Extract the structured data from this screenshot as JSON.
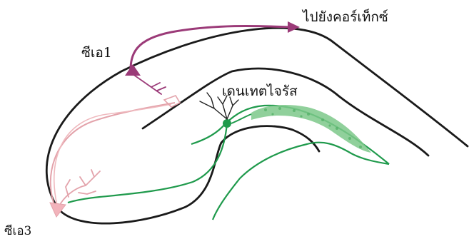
{
  "labels": {
    "to_cortex": "ไปยังคอร์เท็กซ์",
    "ca1": "ซีเอ1",
    "dentate": "เดนเทตไจรัส",
    "ca3": "ซีเอ3"
  },
  "colors": {
    "outline": "#1a1a1a",
    "ca1_pathway": "#9b3a78",
    "ca3_pathway": "#e3a3ab",
    "dentate_pathway": "#1f9a4c",
    "granule_band": "#7cc88a"
  }
}
